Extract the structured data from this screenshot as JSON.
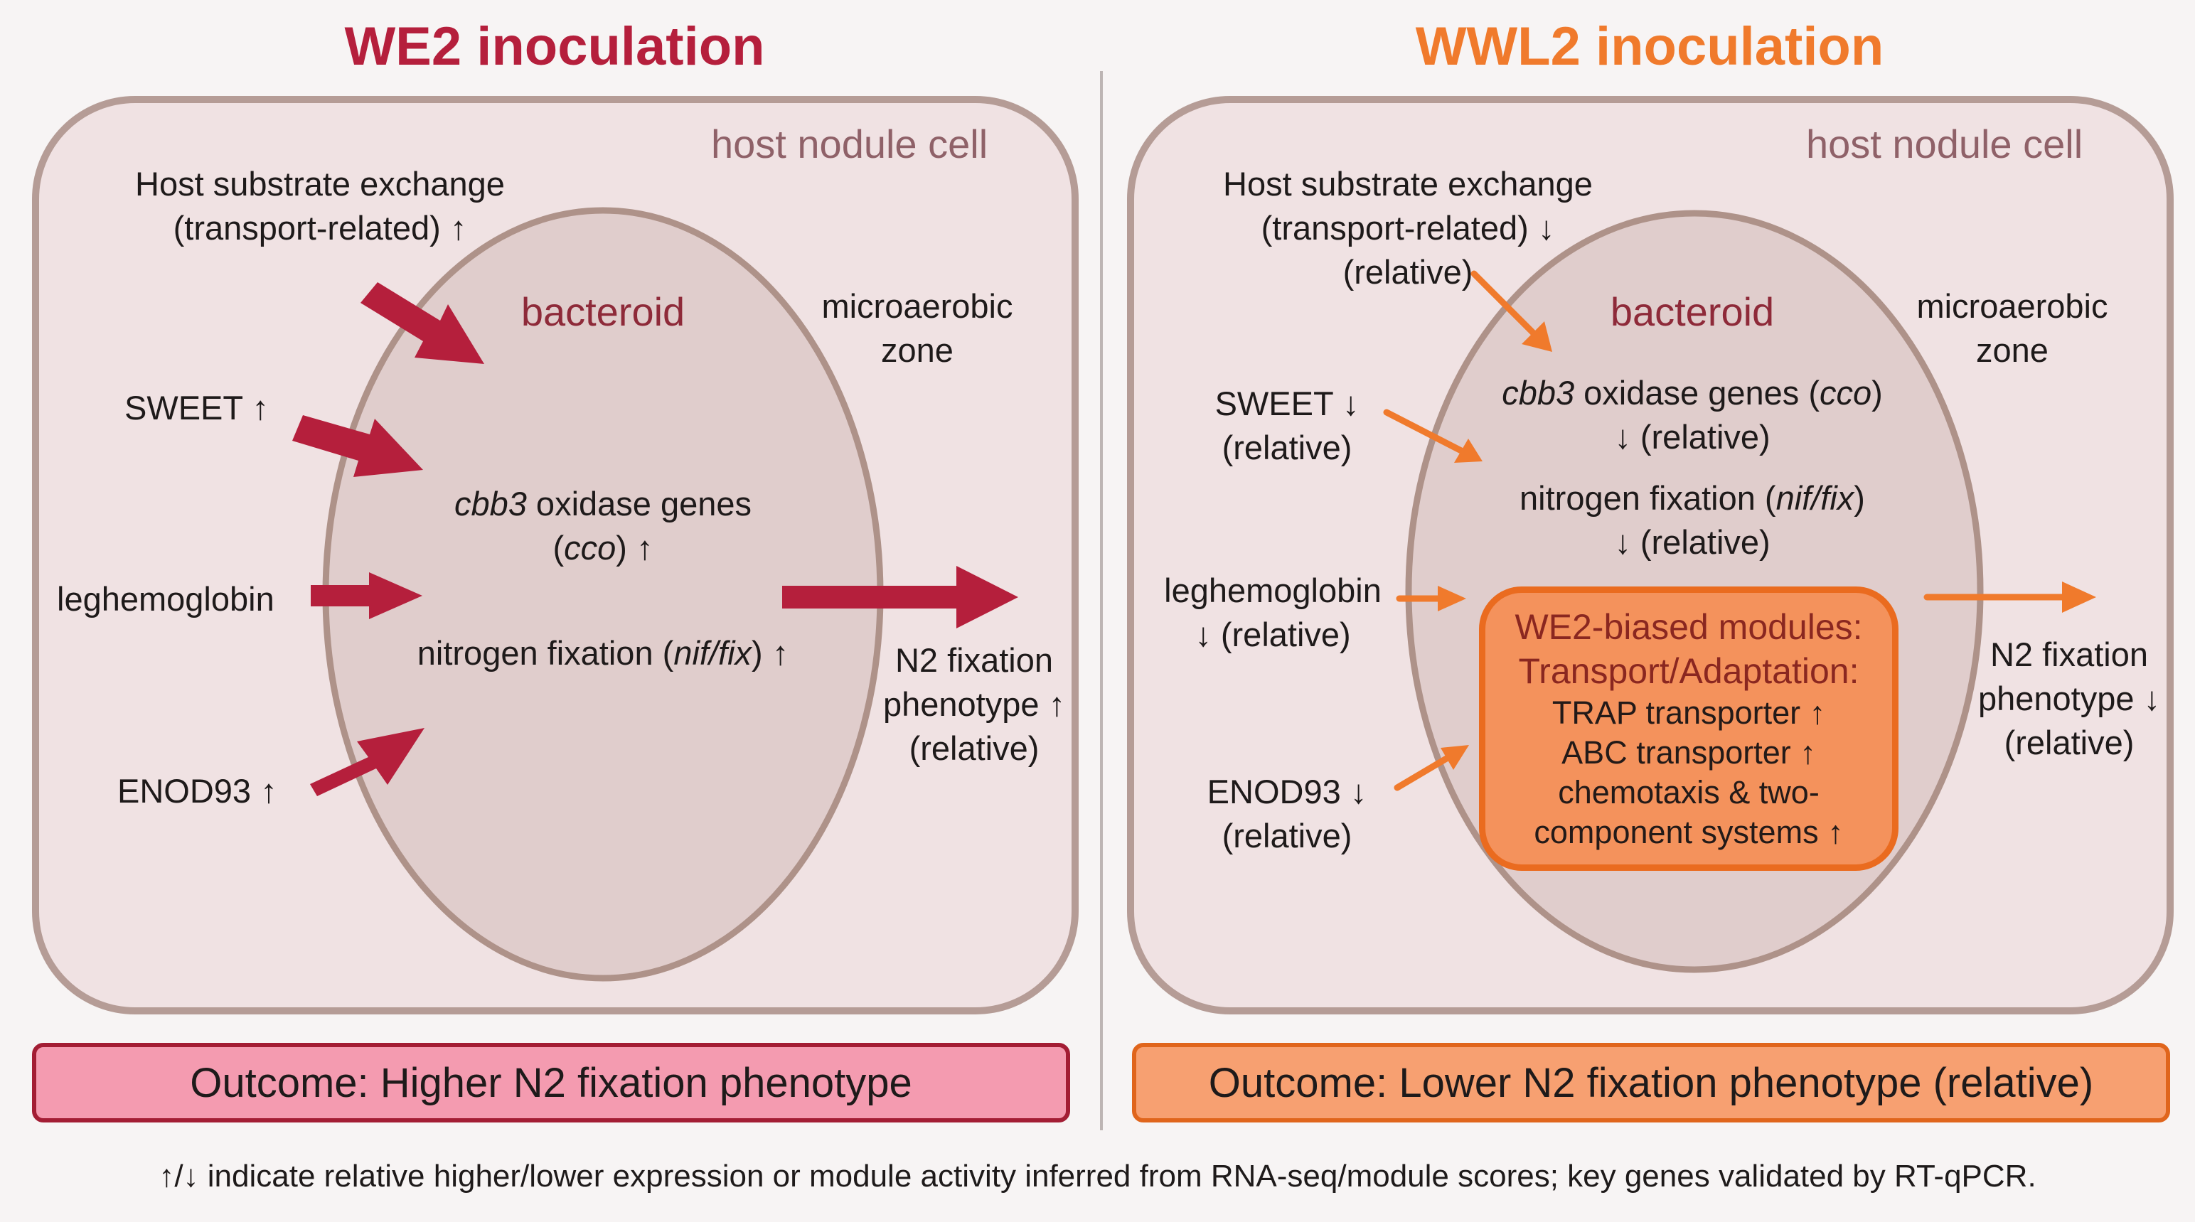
{
  "colors": {
    "we2_red": "#b51f3c",
    "wwl2_orange": "#f07a2c",
    "cell_fill": "#f0e2e3",
    "cell_stroke": "#b59c96",
    "bacteroid_fill": "#e0cdcc",
    "bacteroid_stroke": "#ae9289",
    "outcome_high_fill": "#f49bb0",
    "outcome_low_fill": "#f7a071",
    "module_fill": "#f4925c"
  },
  "left_panel": {
    "title": "WE2 inoculation",
    "host_label": "host nodule cell",
    "bacteroid_label": "bacteroid",
    "zone_label": [
      "microaerobic",
      "zone"
    ],
    "host_exchange": [
      "Host substrate exchange",
      "(transport-related) ↑"
    ],
    "sweet": "SWEET ↑",
    "leghemoglobin": "leghemoglobin",
    "enod93": "ENOD93 ↑",
    "cbb3": {
      "gene": "cbb3",
      "rest": " oxidase genes",
      "line2_open": "(",
      "abbr": "cco",
      "line2_close": ") ↑"
    },
    "nitrogen": {
      "prefix": "nitrogen fixation (",
      "gene": "nif/fix",
      "suffix": ") ↑"
    },
    "phenotype": [
      "N2 fixation",
      "phenotype ↑",
      "(relative)"
    ],
    "outcome": "Outcome: Higher N2 fixation phenotype"
  },
  "right_panel": {
    "title": "WWL2 inoculation",
    "host_label": "host nodule cell",
    "bacteroid_label": "bacteroid",
    "zone_label": [
      "microaerobic",
      "zone"
    ],
    "host_exchange": [
      "Host substrate exchange",
      "(transport-related) ↓",
      "(relative)"
    ],
    "sweet": [
      "SWEET ↓",
      "(relative)"
    ],
    "leghemoglobin": [
      "leghemoglobin",
      "↓ (relative)"
    ],
    "enod93": [
      "ENOD93 ↓",
      "(relative)"
    ],
    "cbb3": {
      "gene": "cbb3",
      "rest": " oxidase genes (",
      "abbr": "cco",
      "close": ")",
      "line2": "↓ (relative)"
    },
    "nitrogen": {
      "prefix": "nitrogen fixation (",
      "gene": "nif/fix",
      "suffix": ")",
      "line2": "↓ (relative)"
    },
    "modules": {
      "header": [
        "WE2-biased modules:",
        "Transport/Adaptation:"
      ],
      "items": [
        "TRAP transporter ↑",
        "ABC transporter ↑",
        "chemotaxis & two-",
        "component systems ↑"
      ]
    },
    "phenotype": [
      "N2 fixation",
      "phenotype ↓",
      "(relative)"
    ],
    "outcome": "Outcome: Lower N2 fixation phenotype (relative)"
  },
  "footnote": "↑/↓ indicate relative higher/lower expression or module activity inferred from RNA-seq/module scores; key genes validated by RT-qPCR."
}
